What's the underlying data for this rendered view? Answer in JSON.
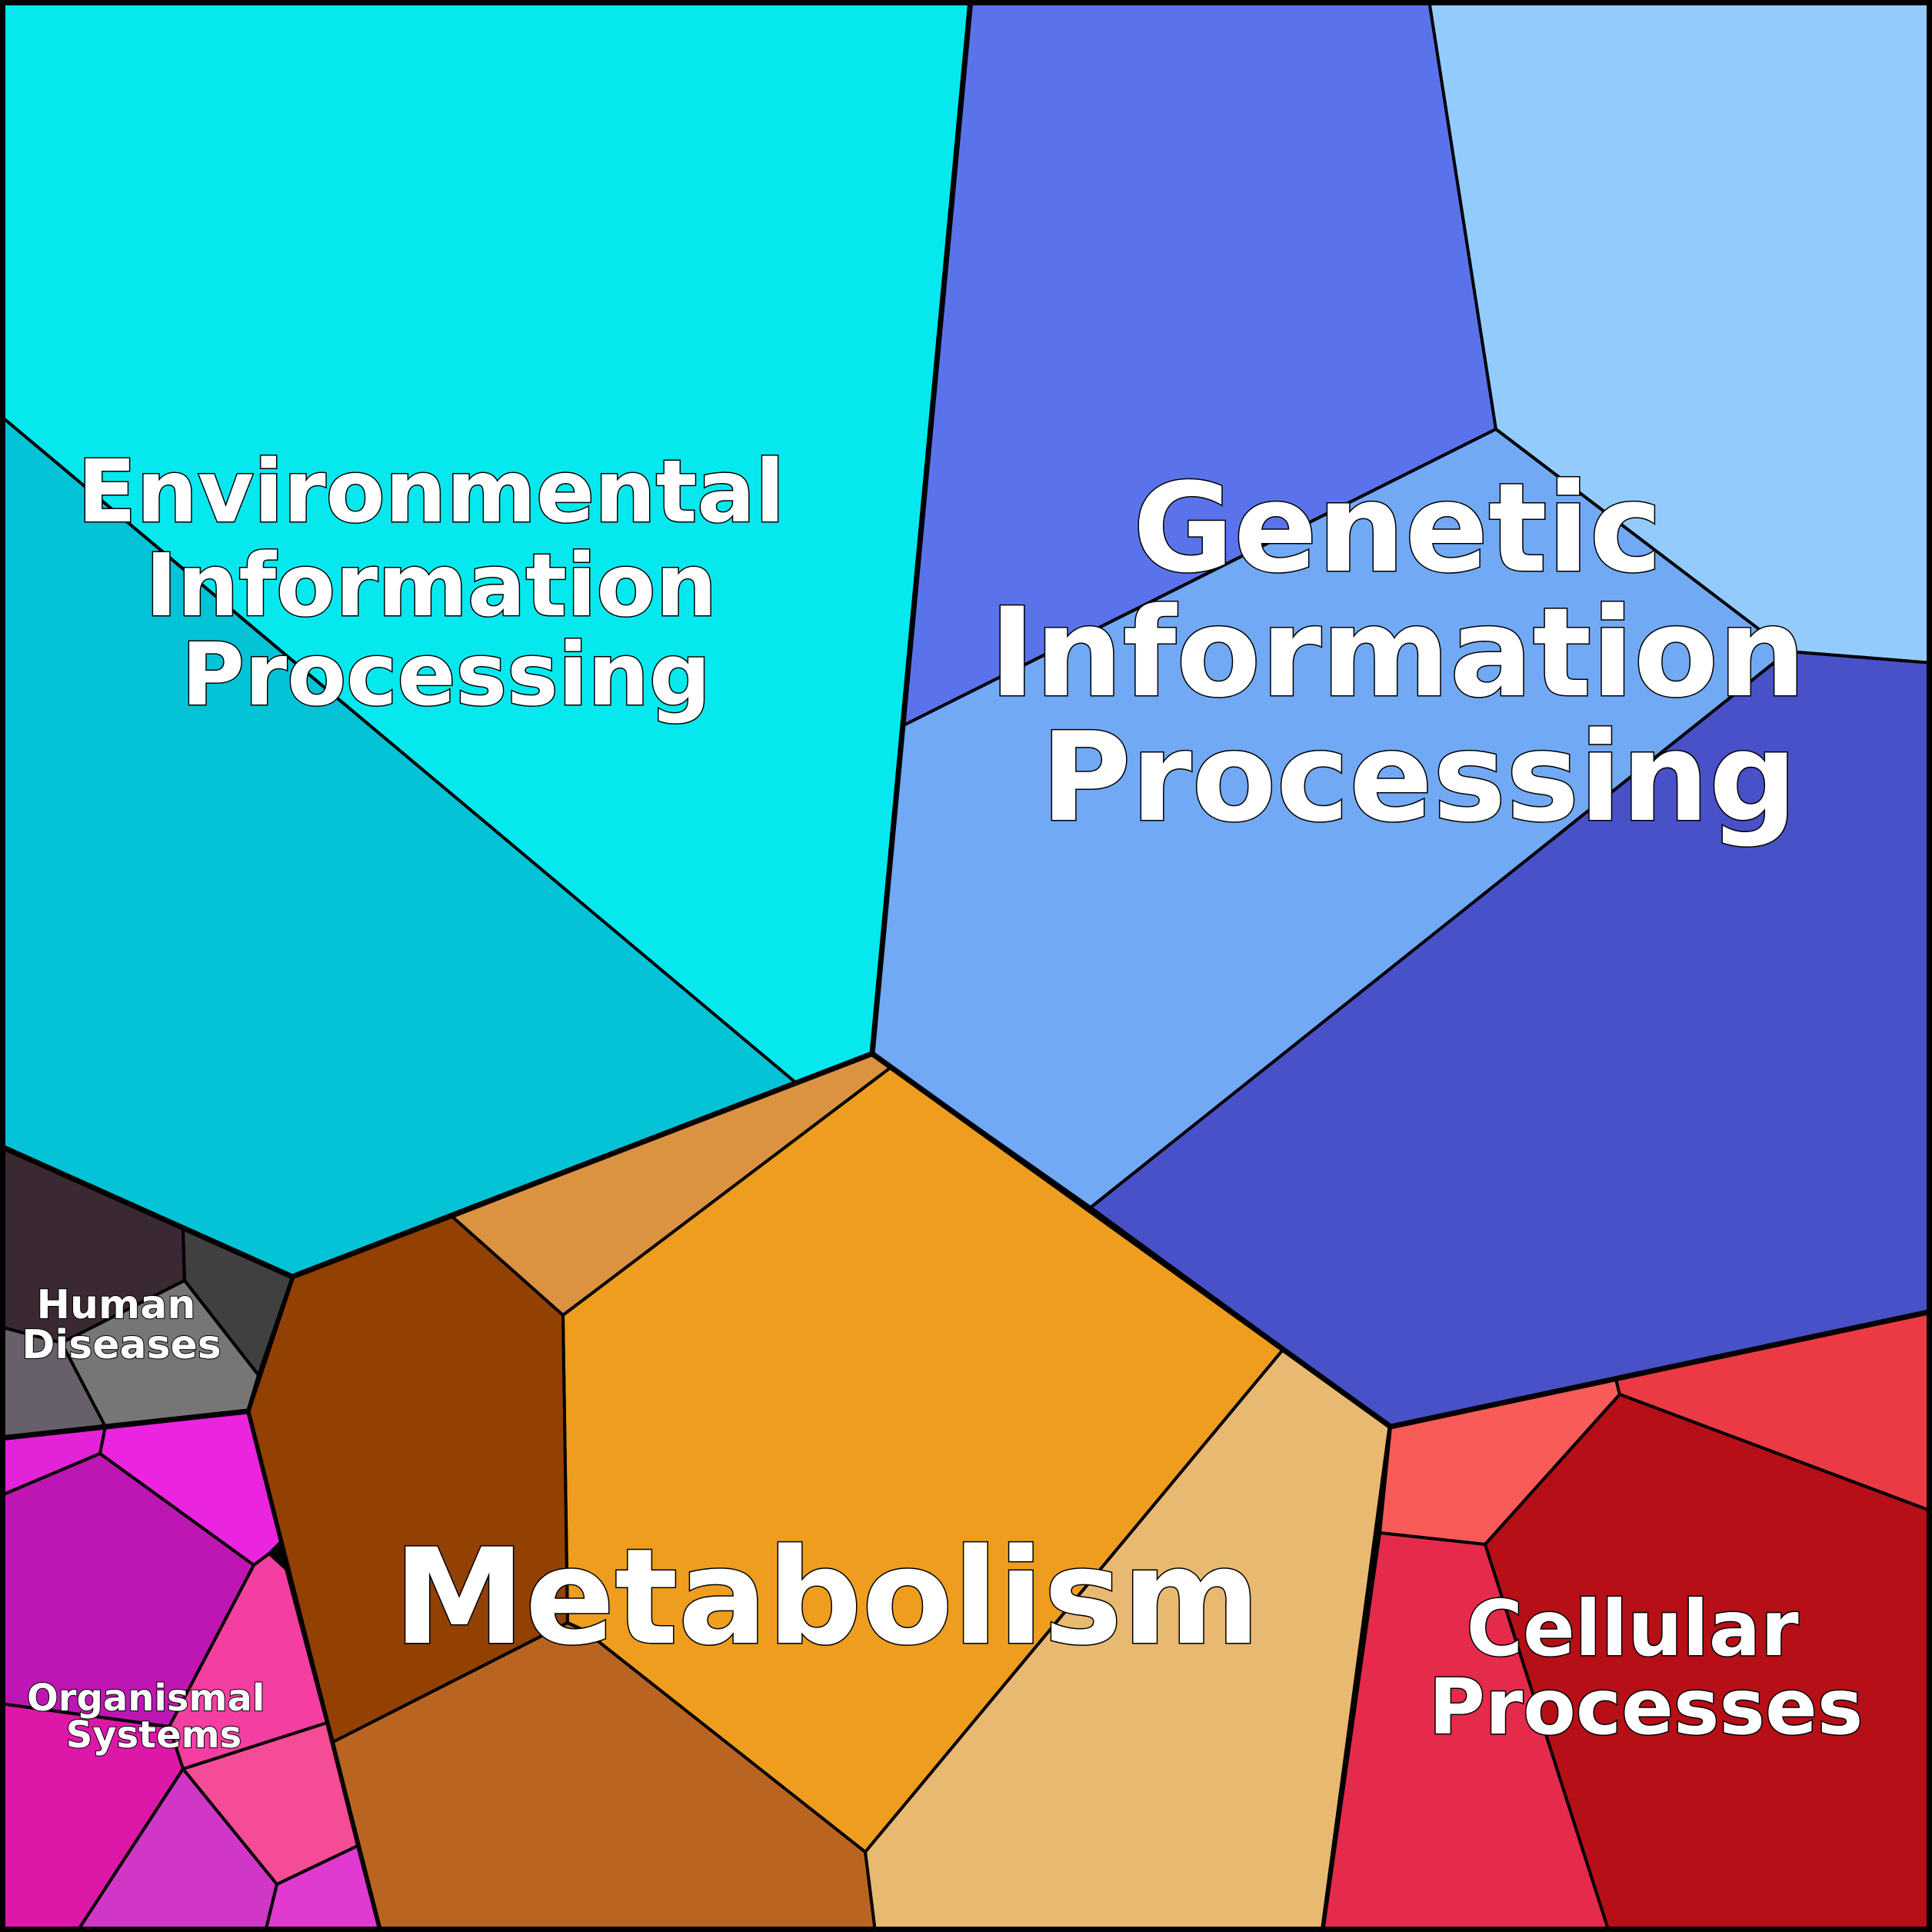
{
  "chart_data": {
    "type": "voronoi-treemap",
    "groups": [
      {
        "name": "Environmental Information Processing",
        "lines": [
          "Environmental",
          "Information",
          "Processing"
        ],
        "color": "#05E9EE"
      },
      {
        "name": "Genetic Information Processing",
        "lines": [
          "Genetic",
          "Information",
          "Processing"
        ],
        "color": "#5B73EA"
      },
      {
        "name": "Metabolism",
        "lines": [
          "Metabolism"
        ],
        "color": "#EE9D1E"
      },
      {
        "name": "Cellular Processes",
        "lines": [
          "Cellular",
          "Processes"
        ],
        "color": "#B60F17"
      },
      {
        "name": "Human Diseases",
        "lines": [
          "Human",
          "Diseases"
        ],
        "color": "#3A2833"
      },
      {
        "name": "Organismal Systems",
        "lines": [
          "Organismal",
          "Systems"
        ],
        "color": "#BE16B3"
      }
    ]
  }
}
